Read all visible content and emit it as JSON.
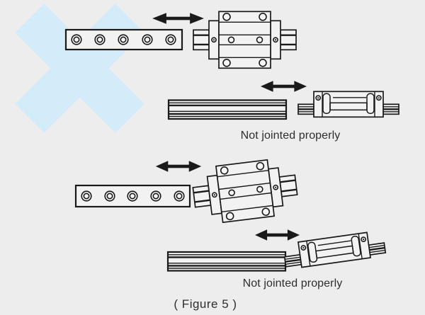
{
  "figure": {
    "type": "technical-diagram",
    "caption": "( Figure 5 )",
    "labels": {
      "not_jointed_1": "Not jointed properly",
      "not_jointed_2": "Not jointed properly"
    },
    "watermark_icon": "blue-x-cross-icon",
    "colors": {
      "background": "#ededed",
      "watermark_blue": "#d4ecfa",
      "line": "#1a1a1a",
      "shape_fill": "#f2f2f2",
      "hole_fill": "#f6f6f6",
      "text": "#2e2e2e"
    },
    "panels": [
      {
        "view": "top",
        "rail_mounting_holes": 5,
        "arrow": "double-headed",
        "block": "straight"
      },
      {
        "view": "side",
        "arrow": "double-headed",
        "block": "straight",
        "label": "Not jointed properly"
      },
      {
        "view": "top",
        "rail_mounting_holes": 5,
        "arrow": "double-headed",
        "block": "tilted"
      },
      {
        "view": "side",
        "arrow": "double-headed",
        "block": "tilted",
        "label": "Not jointed properly"
      }
    ]
  }
}
